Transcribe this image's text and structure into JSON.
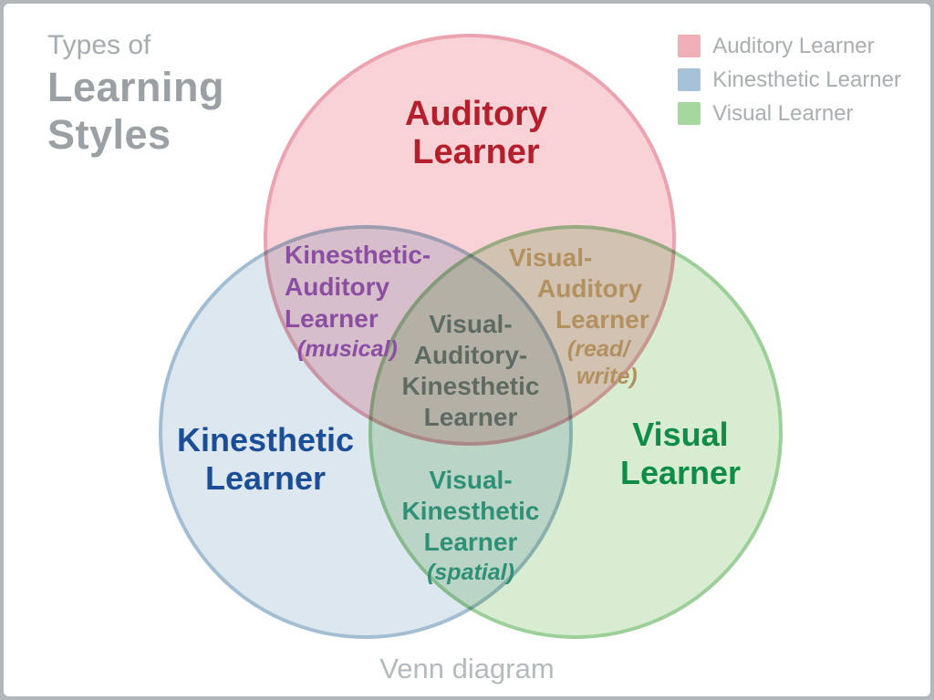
{
  "header": {
    "pretitle": "Types of",
    "title_lines": [
      "Learning",
      "Styles"
    ],
    "pretitle_color": "#a6abaf",
    "title_color": "#9aa0a4"
  },
  "legend": {
    "text_color": "#a9aeb2",
    "items": [
      {
        "label": "Auditory Learner",
        "color": "#f0aeb6"
      },
      {
        "label": "Kinesthetic Learner",
        "color": "#a6c2d8"
      },
      {
        "label": "Visual Learner",
        "color": "#a6d79e"
      }
    ]
  },
  "venn": {
    "circles": {
      "auditory": {
        "fill": "#f8d2d7",
        "stroke": "#eba3af"
      },
      "kinesthetic": {
        "fill": "#dce7f0",
        "stroke": "#a3bed2"
      },
      "visual": {
        "fill": "#d8ecd2",
        "stroke": "#9dcf98"
      }
    },
    "labels": {
      "auditory": {
        "lines": [
          "Auditory",
          "Learner"
        ],
        "color": "#b41f2b"
      },
      "kinesthetic": {
        "lines": [
          "Kinesthetic",
          "Learner"
        ],
        "color": "#1b4e97"
      },
      "visual": {
        "lines": [
          "Visual",
          "Learner"
        ],
        "color": "#0f8c45"
      },
      "kinesthetic_auditory": {
        "lines": [
          "Kinesthetic-",
          "Auditory",
          "Learner"
        ],
        "sub_lines": [
          "(musical)"
        ],
        "color": "#8b4ea2"
      },
      "visual_auditory": {
        "lines": [
          "Visual-",
          "Auditory",
          "Learner"
        ],
        "sub_lines": [
          "(read/",
          "write)"
        ],
        "color": "#b3905f"
      },
      "visual_kinesthetic": {
        "lines": [
          "Visual-",
          "Kinesthetic",
          "Learner"
        ],
        "sub_lines": [
          "(spatial)"
        ],
        "color": "#2e9077"
      },
      "center": {
        "lines": [
          "Visual-",
          "Auditory-",
          "Kinesthetic",
          "Learner"
        ],
        "color": "#5e6b63"
      }
    }
  },
  "caption": {
    "text": "Venn diagram",
    "color": "#b5babd"
  }
}
